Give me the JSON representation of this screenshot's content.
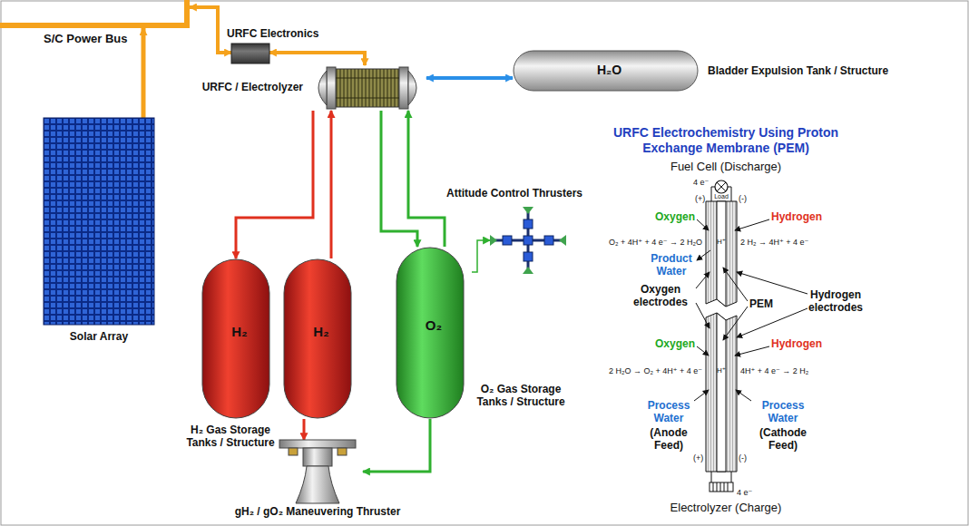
{
  "diagram": {
    "nodes": [
      {
        "text": [
          "Solar Array"
        ]
      },
      {
        "text": [
          "S/C Power Bus"
        ]
      },
      {
        "text": [
          "URFC Electronics"
        ]
      },
      {
        "text": [
          "URFC / Electrolyzer"
        ]
      },
      {
        "text": [
          "H₂O",
          "Bladder Expulsion Tank / Structure"
        ]
      },
      {
        "text": [
          "H₂"
        ]
      },
      {
        "text": [
          "H₂"
        ]
      },
      {
        "text": [
          "O₂",
          "O₂ Gas Storage Tanks / Structure"
        ]
      },
      {
        "text": [
          "Attitude Control Thrusters"
        ]
      },
      {
        "text": [
          "gH₂ / gO₂ Maneuvering Thruster"
        ]
      }
    ],
    "edges": [
      {
        "from": 0,
        "to": 1,
        "arrow": "to"
      },
      {
        "from": 1,
        "to": 2,
        "arrow": "both"
      },
      {
        "from": 2,
        "to": 3,
        "arrow": "both"
      },
      {
        "from": 3,
        "to": 4,
        "arrow": "both"
      },
      {
        "from": 3,
        "to": 5,
        "arrow": "to"
      },
      {
        "from": 6,
        "to": 3,
        "arrow": "to"
      },
      {
        "from": 6,
        "to": 9,
        "arrow": "to"
      },
      {
        "from": 3,
        "to": 7,
        "arrow": "to"
      },
      {
        "from": 7,
        "to": 3,
        "arrow": "to"
      },
      {
        "from": 7,
        "to": 9,
        "arrow": "to"
      },
      {
        "from": 7,
        "to": 8,
        "arrow": "to"
      }
    ],
    "labels": [
      "H₂ Gas Storage Tanks / Structure",
      "URFC Electrochemistry Using Proton Exchange Membrane (PEM)",
      "Fuel Cell (Discharge)",
      "4 e⁻",
      "(+)",
      "(-)",
      "Load",
      "Oxygen",
      "Hydrogen",
      "O₂ + 4H⁺ + 4 e⁻ → 2 H₂O",
      "H⁺",
      "2 H₂ → 4H⁺ + 4 e⁻",
      "Product Water",
      "Oxygen electrodes",
      "PEM",
      "Hydrogen electrodes",
      "Oxygen",
      "Hydrogen",
      "2 H₂O → O₂ + 4H⁺ + 4 e⁻",
      "H⁺",
      "4H⁺ + 4 e⁻ → 2 H₂",
      "Process Water",
      "(Anode Feed)",
      "Process Water",
      "(Cathode Feed)",
      "(+)",
      "(-)",
      "4 e⁻",
      "Electrolyzer (Charge)"
    ]
  }
}
